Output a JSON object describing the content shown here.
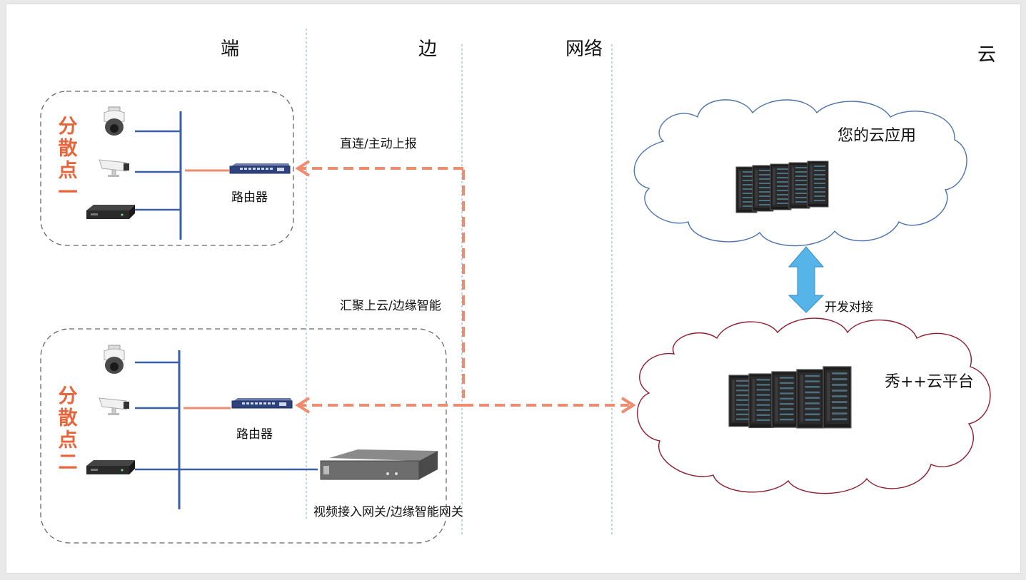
{
  "columns": {
    "end": "端",
    "edge": "边",
    "network": "网络",
    "cloud": "云"
  },
  "site1": {
    "title_chars": [
      "分",
      "散",
      "点",
      "一"
    ],
    "router_label": "路由器",
    "devices": [
      "dome-camera",
      "bullet-camera",
      "nvr-recorder",
      "router"
    ]
  },
  "site2": {
    "title_chars": [
      "分",
      "散",
      "点",
      "二"
    ],
    "router_label": "路由器",
    "gateway_label": "视频接入网关/边缘智能网关",
    "devices": [
      "dome-camera",
      "bullet-camera",
      "nvr-recorder",
      "router",
      "edge-gateway"
    ]
  },
  "links": {
    "direct_report": "直连/主动上报",
    "aggregate": "汇聚上云/边缘智能",
    "dev_integration": "开发对接"
  },
  "clouds": {
    "user_app": "您的云应用",
    "platform": "秀++云平台"
  },
  "colors": {
    "orange": "#e8643a",
    "salmon": "#ef8b6e",
    "blue_line": "#3b5ea8",
    "divider": "#7fa8d6",
    "cloud_blue": "#4a72b0",
    "cloud_red": "#8e1c2e",
    "arrow_blue": "#3aa0dc"
  }
}
